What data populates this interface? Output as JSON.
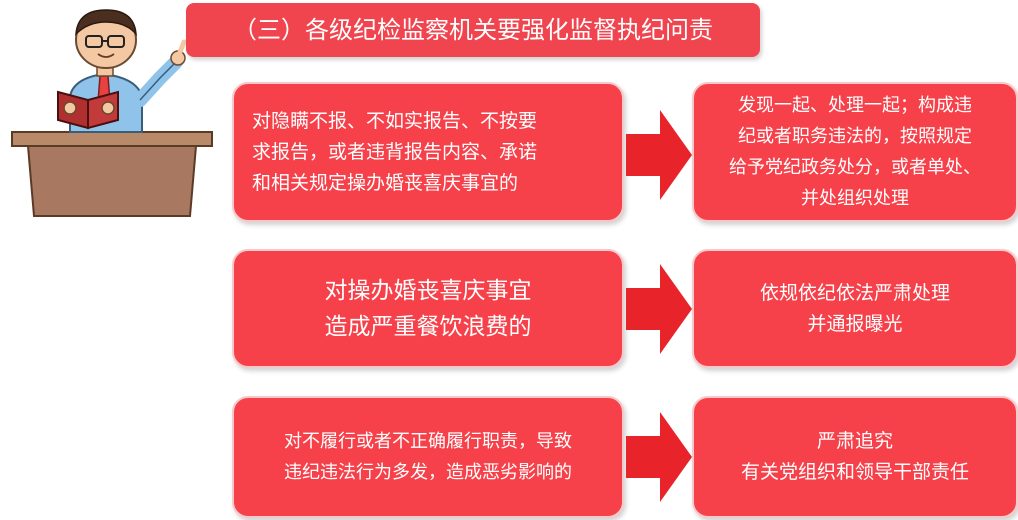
{
  "title": "（三）各级纪检监察机关要强化监督执纪问责",
  "rows": [
    {
      "left": [
        "对隐瞒不报、不如实报告、不按要",
        "求报告，或者违背报告内容、承诺",
        "和相关规定操办婚丧喜庆事宜的"
      ],
      "right": [
        "发现一起、处理一起；构成违",
        "纪或者职务违法的，按照规定",
        "给予党纪政务处分，或者单处、",
        "并处组织处理"
      ]
    },
    {
      "left": [
        "对操办婚丧喜庆事宜",
        "造成严重餐饮浪费的"
      ],
      "right": [
        "依规依纪依法严肃处理",
        "并通报曝光"
      ]
    },
    {
      "left": [
        "对不履行或者不正确履行职责，导致",
        "违纪违法行为多发，造成恶劣影响的"
      ],
      "right": [
        "严肃追究",
        "有关党组织和领导干部责任"
      ]
    }
  ],
  "colors": {
    "box_red": "#f7414a",
    "title_red": "#f0454f",
    "arrow_red": "#e8232a",
    "text": "#ffffff"
  },
  "icons": {
    "illustration": "teacher-reading-at-lectern-icon",
    "connector": "arrow-right-icon"
  }
}
